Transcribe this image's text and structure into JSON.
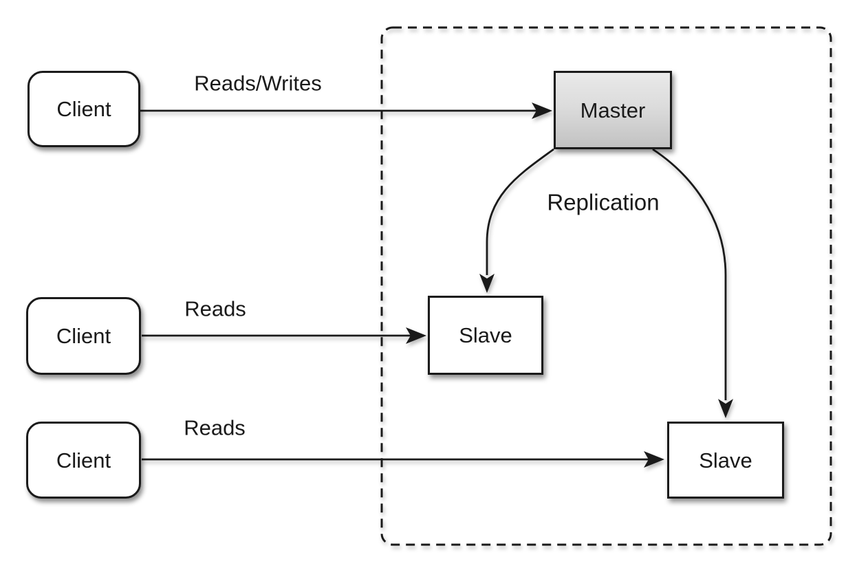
{
  "diagram": {
    "nodes": {
      "client1": {
        "label": "Client"
      },
      "client2": {
        "label": "Client"
      },
      "client3": {
        "label": "Client"
      },
      "master": {
        "label": "Master"
      },
      "slave1": {
        "label": "Slave"
      },
      "slave2": {
        "label": "Slave"
      }
    },
    "edge_labels": {
      "reads_writes": "Reads/Writes",
      "reads_top": "Reads",
      "reads_bottom": "Reads",
      "replication": "Replication"
    },
    "colors": {
      "stroke": "#1a1a1a",
      "node_fill": "#ffffff",
      "master_gradient_top": "#e9e9e9",
      "master_gradient_bottom": "#c2c2c2",
      "background": "#ffffff"
    }
  }
}
